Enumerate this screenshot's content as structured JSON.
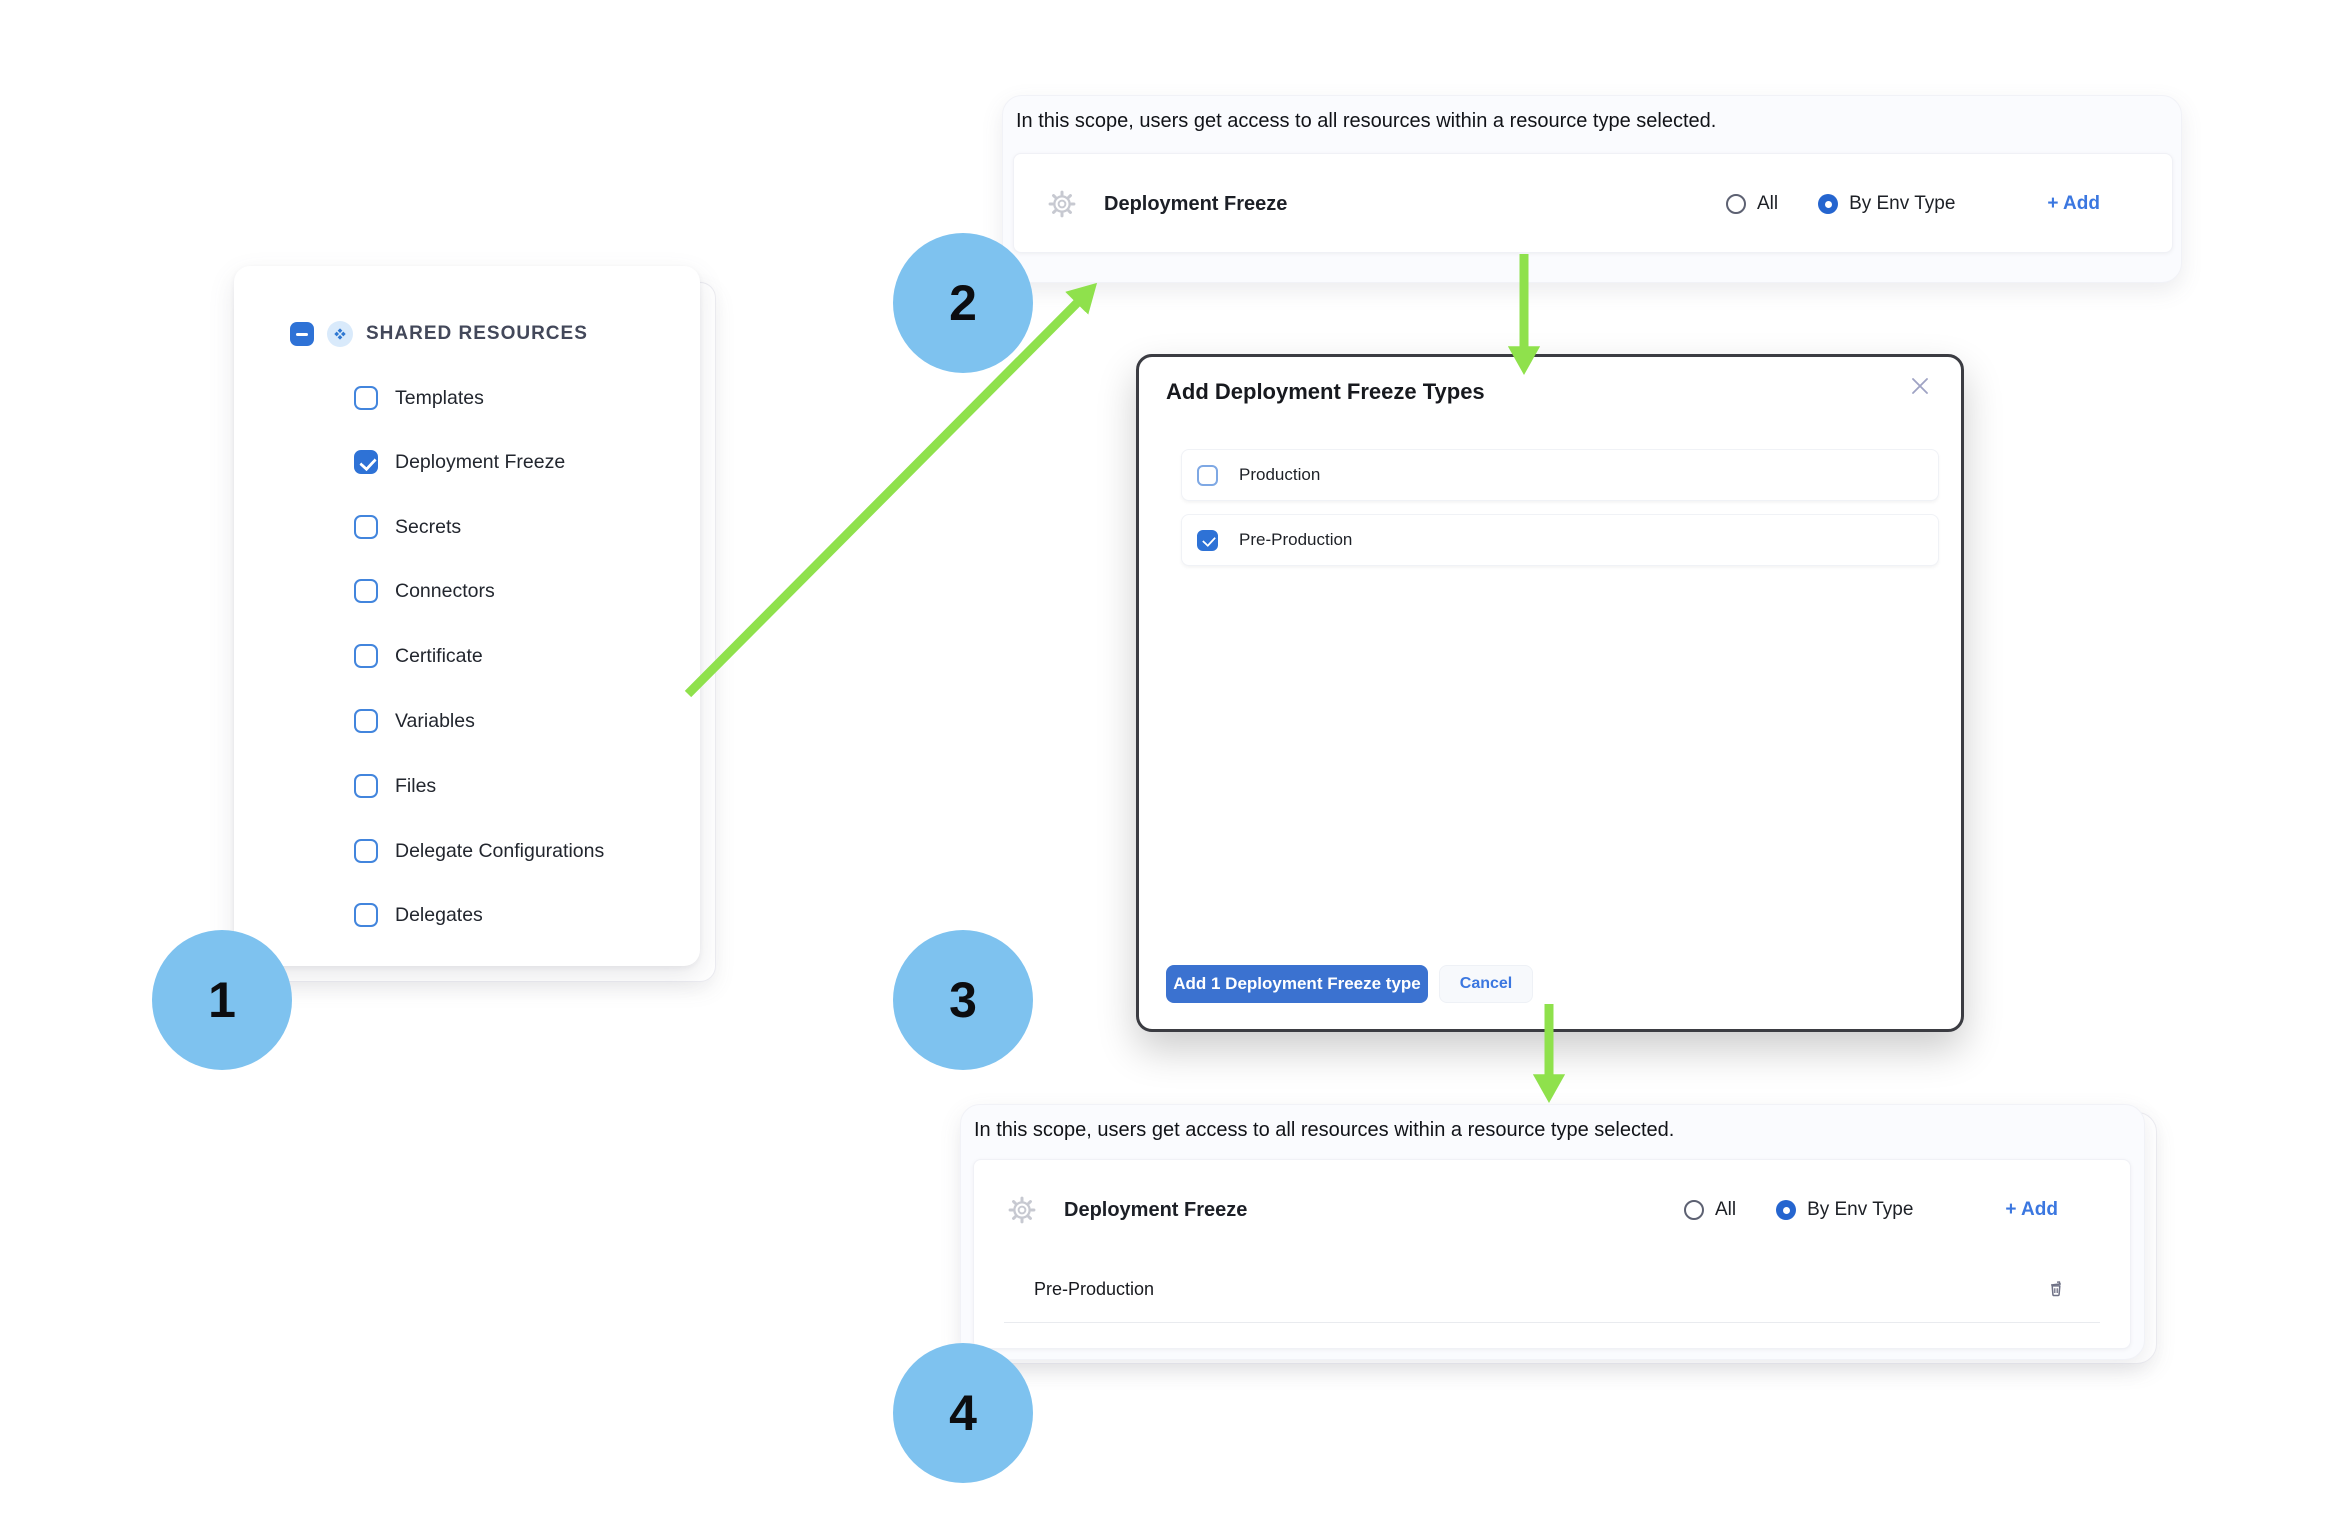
{
  "colors": {
    "accent_blue": "#2E72D6",
    "link_blue": "#3B77E0",
    "primary_button_blue": "#3B72D0",
    "step_circle_blue": "#7EC2EF",
    "arrow_green": "#8FE14C"
  },
  "scope_note": "In this scope, users get access to all resources within a resource type selected.",
  "shared_resources": {
    "title": "SHARED RESOURCES",
    "items": [
      {
        "label": "Templates",
        "checked": false
      },
      {
        "label": "Deployment Freeze",
        "checked": true
      },
      {
        "label": "Secrets",
        "checked": false
      },
      {
        "label": "Connectors",
        "checked": false
      },
      {
        "label": "Certificate",
        "checked": false
      },
      {
        "label": "Variables",
        "checked": false
      },
      {
        "label": "Files",
        "checked": false
      },
      {
        "label": "Delegate Configurations",
        "checked": false
      },
      {
        "label": "Delegates",
        "checked": false
      }
    ]
  },
  "resource_row": {
    "resource_label": "Deployment Freeze",
    "radio_all": "All",
    "radio_by_env": "By Env Type",
    "selected_option": "By Env Type",
    "add_label": "+ Add"
  },
  "modal": {
    "title": "Add Deployment Freeze Types",
    "items": [
      {
        "label": "Production",
        "checked": false
      },
      {
        "label": "Pre-Production",
        "checked": true
      }
    ],
    "primary_button": "Add 1 Deployment Freeze type",
    "cancel_button": "Cancel"
  },
  "result_panel": {
    "entry": "Pre-Production"
  },
  "steps": {
    "one": "1",
    "two": "2",
    "three": "3",
    "four": "4"
  },
  "icons": {
    "gear": "settings-gear",
    "trash": "delete-trash-can",
    "close": "close-x",
    "collapse": "minus-collapse",
    "shared_resources": "diamond-cluster"
  }
}
